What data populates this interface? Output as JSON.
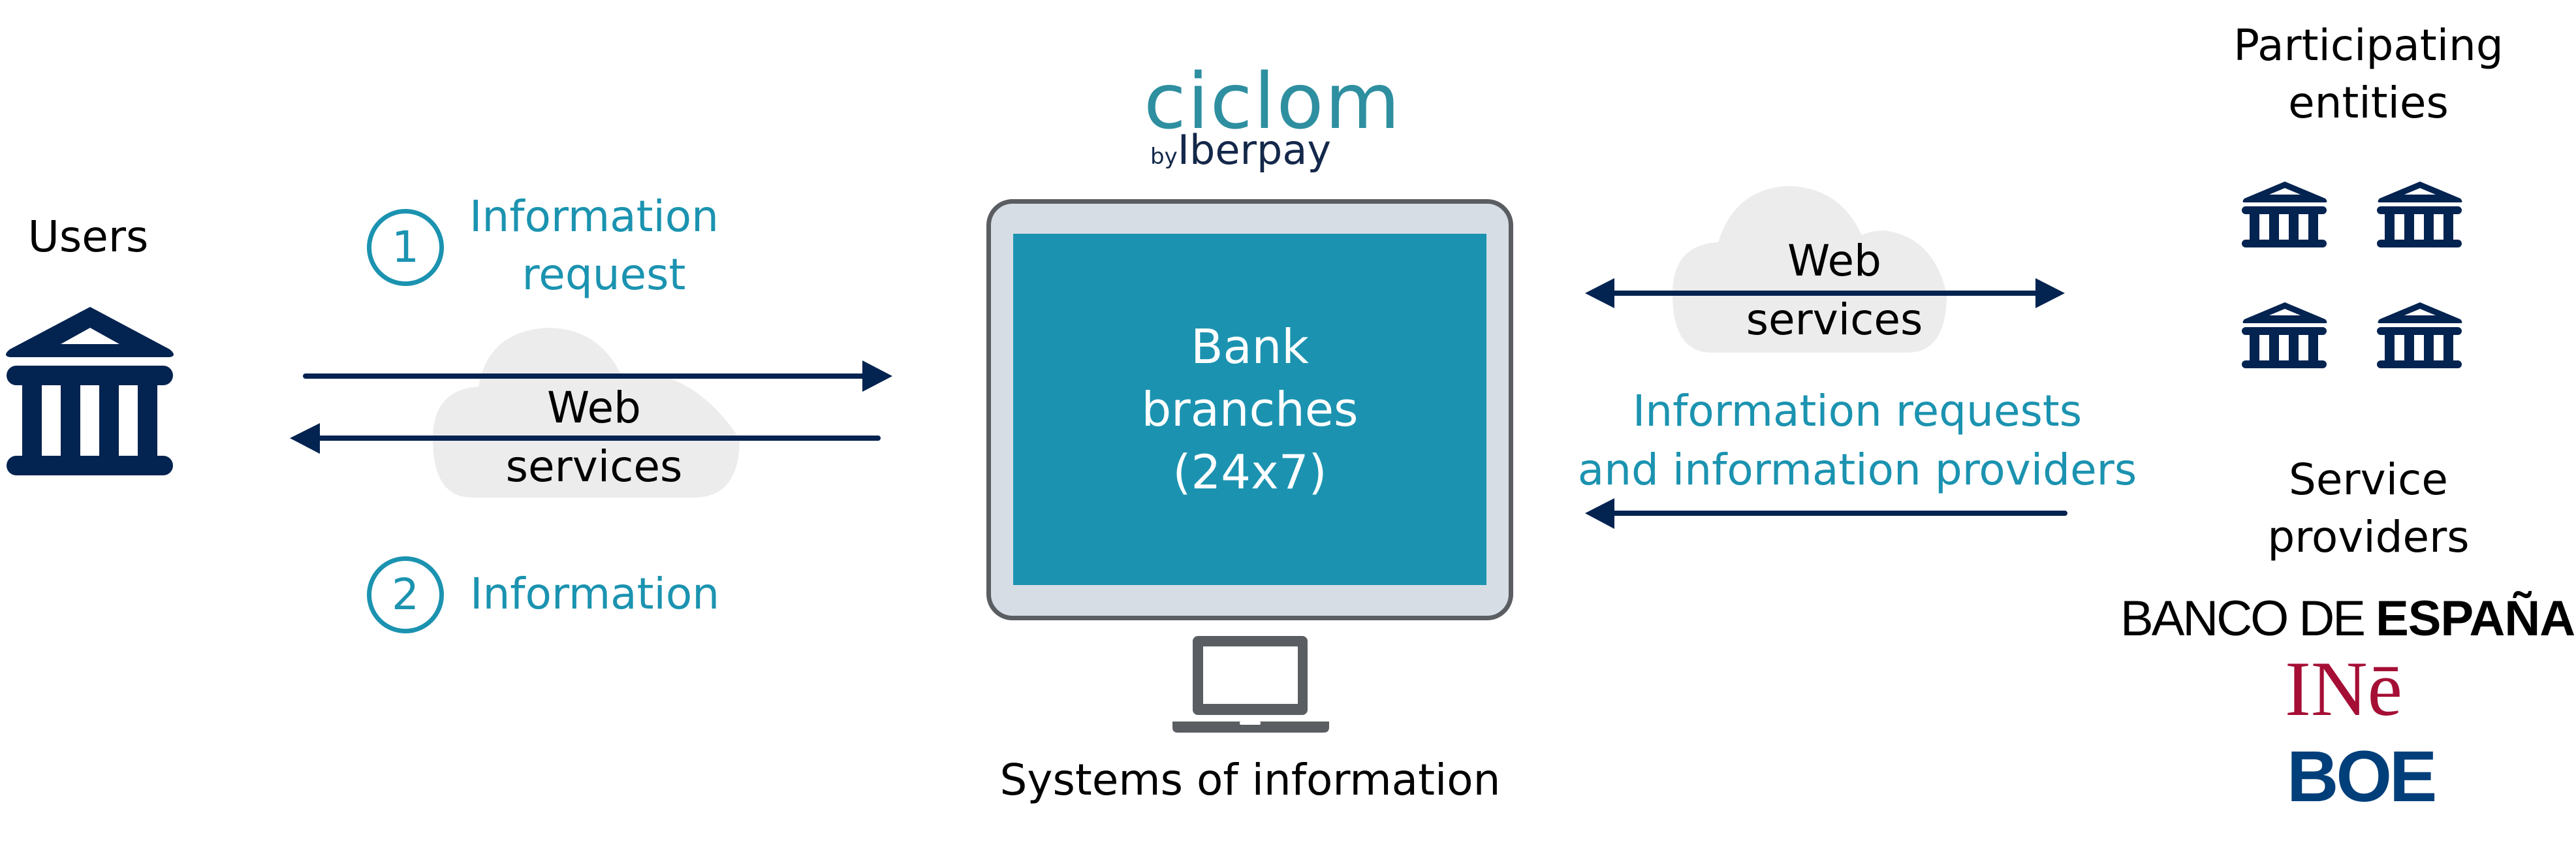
{
  "users": {
    "label": "Users",
    "icon": "bank-building-icon"
  },
  "left_flow": {
    "step1": {
      "number": "1",
      "label_line1": "Information",
      "label_line2": "request"
    },
    "step2": {
      "number": "2",
      "label": "Information"
    },
    "cloud": {
      "line1": "Web",
      "line2": "services"
    }
  },
  "center": {
    "logo": {
      "brand": "ciclom",
      "by": "by",
      "company": "Iberpay"
    },
    "monitor": {
      "line1": "Bank",
      "line2": "branches",
      "line3": "(24x7)"
    },
    "laptop_icon": "laptop-icon",
    "caption": "Systems of information"
  },
  "right_flow": {
    "cloud": {
      "line1": "Web",
      "line2": "services"
    },
    "label_line1": "Information requests",
    "label_line2": "and information providers"
  },
  "participating": {
    "title_line1": "Participating",
    "title_line2": "entities",
    "icons": [
      "bank-building-icon",
      "bank-building-icon",
      "bank-building-icon",
      "bank-building-icon"
    ]
  },
  "service_providers": {
    "title_line1": "Service",
    "title_line2": "providers",
    "logos": {
      "banco_light": "BANCO DE ",
      "banco_bold": "ESPAÑA",
      "ine": "INē",
      "boe": "BOE"
    }
  },
  "colors": {
    "navy": "#032350",
    "teal": "#1b93b0",
    "logo_teal": "#2e8fa0",
    "bezel": "#d6dde5",
    "frame": "#5a5d62",
    "cloud": "#ececec",
    "ine_red": "#a50f35",
    "boe_blue": "#003f7a"
  }
}
